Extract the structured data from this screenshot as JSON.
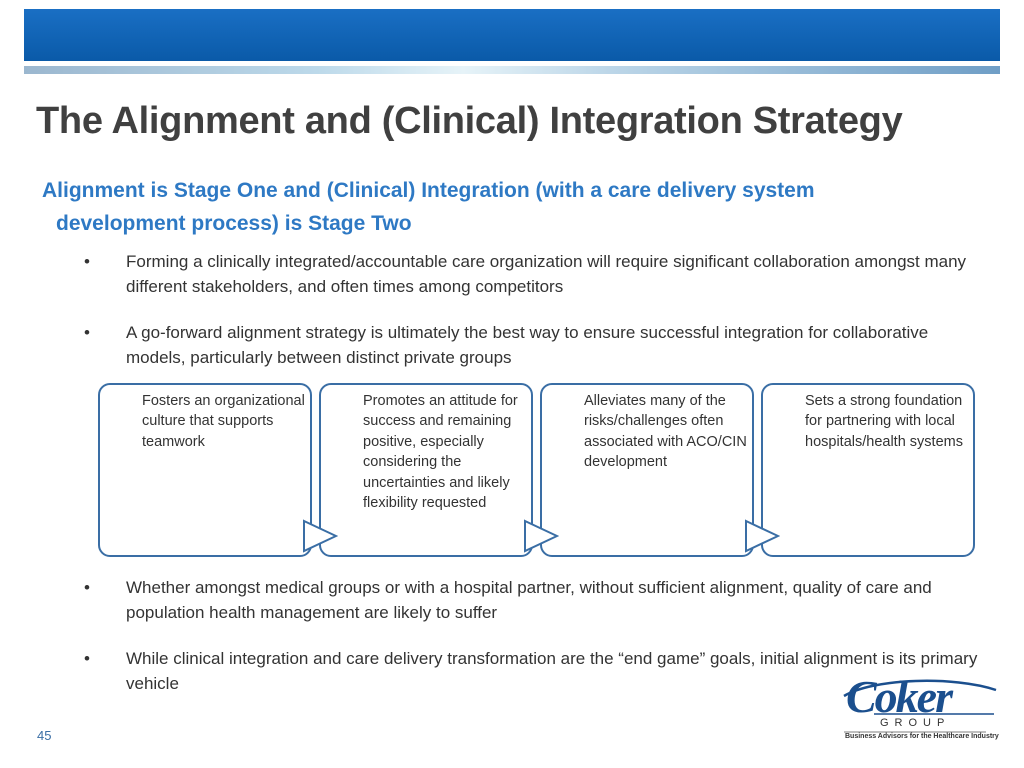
{
  "slide": {
    "title": "The Alignment and (Clinical) Integration Strategy",
    "subtitle_line1": "Alignment is Stage One and (Clinical) Integration (with a care delivery system",
    "subtitle_line2": "development process) is Stage Two",
    "bullet_char": "•",
    "bullets_top": [
      "Forming a clinically integrated/accountable care organization will require significant collaboration amongst many different stakeholders, and often times among competitors",
      "A go-forward alignment strategy is ultimately the best way to ensure successful integration for collaborative models, particularly between distinct private groups"
    ],
    "boxes": [
      "Fosters an organizational culture that supports teamwork",
      "Promotes an attitude for success and remaining positive, especially considering the uncertainties and likely flexibility requested",
      "Alleviates many of the risks/challenges often associated with ACO/CIN development",
      "Sets a strong foundation for partnering with local hospitals/health systems"
    ],
    "bullets_bottom": [
      "Whether amongst medical groups or with a hospital partner, without sufficient alignment, quality of care and population health management are likely to suffer",
      "While clinical integration and care delivery transformation are the “end game” goals, initial alignment is its primary vehicle"
    ],
    "page_number": "45"
  },
  "logo": {
    "word": "Coker",
    "group": "GROUP",
    "tagline": "Business Advisors for the Healthcare Industry"
  },
  "colors": {
    "header_blue": "#0a5aa8",
    "title_gray": "#404040",
    "subtitle_blue": "#2e79c4",
    "box_border": "#3a6ea5"
  }
}
